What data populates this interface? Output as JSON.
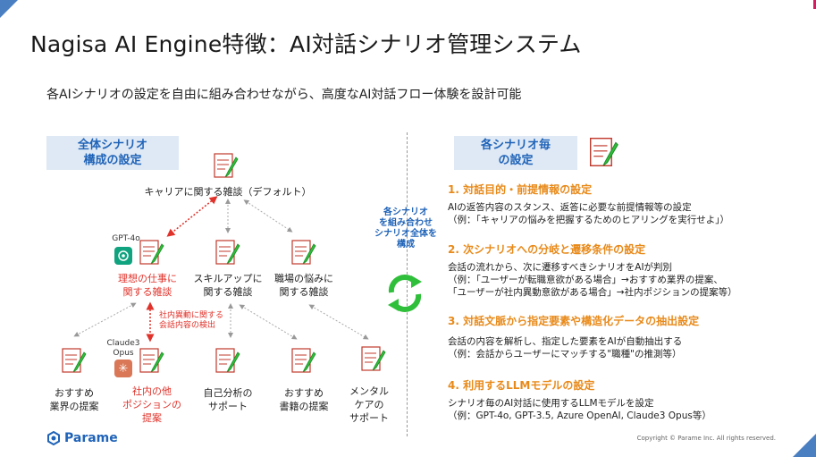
{
  "title": "Nagisa AI Engine特徴：AI対話シナリオ管理システム",
  "subtitle": "各AIシナリオの設定を自由に組み合わせながら、高度なAI対話フロー体験を設計可能",
  "left": {
    "header": [
      "全体シナリオ",
      "構成の設定"
    ],
    "root_label": "キャリアに関する雑談（デフォルト）",
    "model_gpt": "GPT-4o",
    "model_claude": [
      "Claude3",
      "Opus"
    ],
    "mid_nodes": [
      {
        "lines": [
          "理想の仕事に",
          "関する雑談"
        ],
        "red": true
      },
      {
        "lines": [
          "スキルアップに",
          "関する雑談"
        ],
        "red": false
      },
      {
        "lines": [
          "職場の悩みに",
          "関する雑談"
        ],
        "red": false
      }
    ],
    "detect_note": [
      "社内異動に関する",
      "会話内容の検出"
    ],
    "leaf_nodes": [
      {
        "lines": [
          "おすすめ",
          "業界の提案"
        ],
        "red": false
      },
      {
        "lines": [
          "社内の他",
          "ポジションの",
          "提案"
        ],
        "red": true
      },
      {
        "lines": [
          "自己分析の",
          "サポート"
        ],
        "red": false
      },
      {
        "lines": [
          "おすすめ",
          "書籍の提案"
        ],
        "red": false
      },
      {
        "lines": [
          "メンタル",
          "ケアの",
          "サポート"
        ],
        "red": false
      }
    ]
  },
  "middle": {
    "text": [
      "各シナリオ",
      "を組み合わせ",
      "シナリオ全体を",
      "構成"
    ]
  },
  "right": {
    "header": [
      "各シナリオ毎",
      "の設定"
    ],
    "sections": [
      {
        "heading": "1. 対話目的・前提情報の設定",
        "lines": [
          "AIの返答内容のスタンス、返答に必要な前提情報等の設定",
          "（例：「キャリアの悩みを把握するためのヒアリングを実行せよ」）"
        ]
      },
      {
        "heading": "2. 次シナリオへの分岐と遷移条件の設定",
        "lines": [
          "会話の流れから、次に遷移すべきシナリオをAIが判別",
          "（例：「ユーザーが転職意欲がある場合」→おすすめ業界の提案、",
          "「ユーザーが社内異動意欲がある場合」→社内ポジションの提案等）"
        ]
      },
      {
        "heading": "3. 対話文脈から指定要素や構造化データの抽出設定",
        "lines": [
          "会話の内容を解析し、指定した要素をAIが自動抽出する",
          "（例：会話からユーザーにマッチする\"職種\"の推測等）"
        ]
      },
      {
        "heading": "4. 利用するLLMモデルの設定",
        "lines": [
          "シナリオ毎のAI対話に使用するLLMモデルを設定",
          "（例：GPT-4o, GPT-3.5, Azure OpenAI, Claude3 Opus等）"
        ]
      }
    ]
  },
  "footer": {
    "logo": "Parame",
    "copyright": "Copyright © Parame Inc. All rights reserved."
  },
  "colors": {
    "accent": "#1f63b8",
    "orange": "#e88a1a",
    "red": "#e0322a",
    "green": "#2fbf3a"
  }
}
